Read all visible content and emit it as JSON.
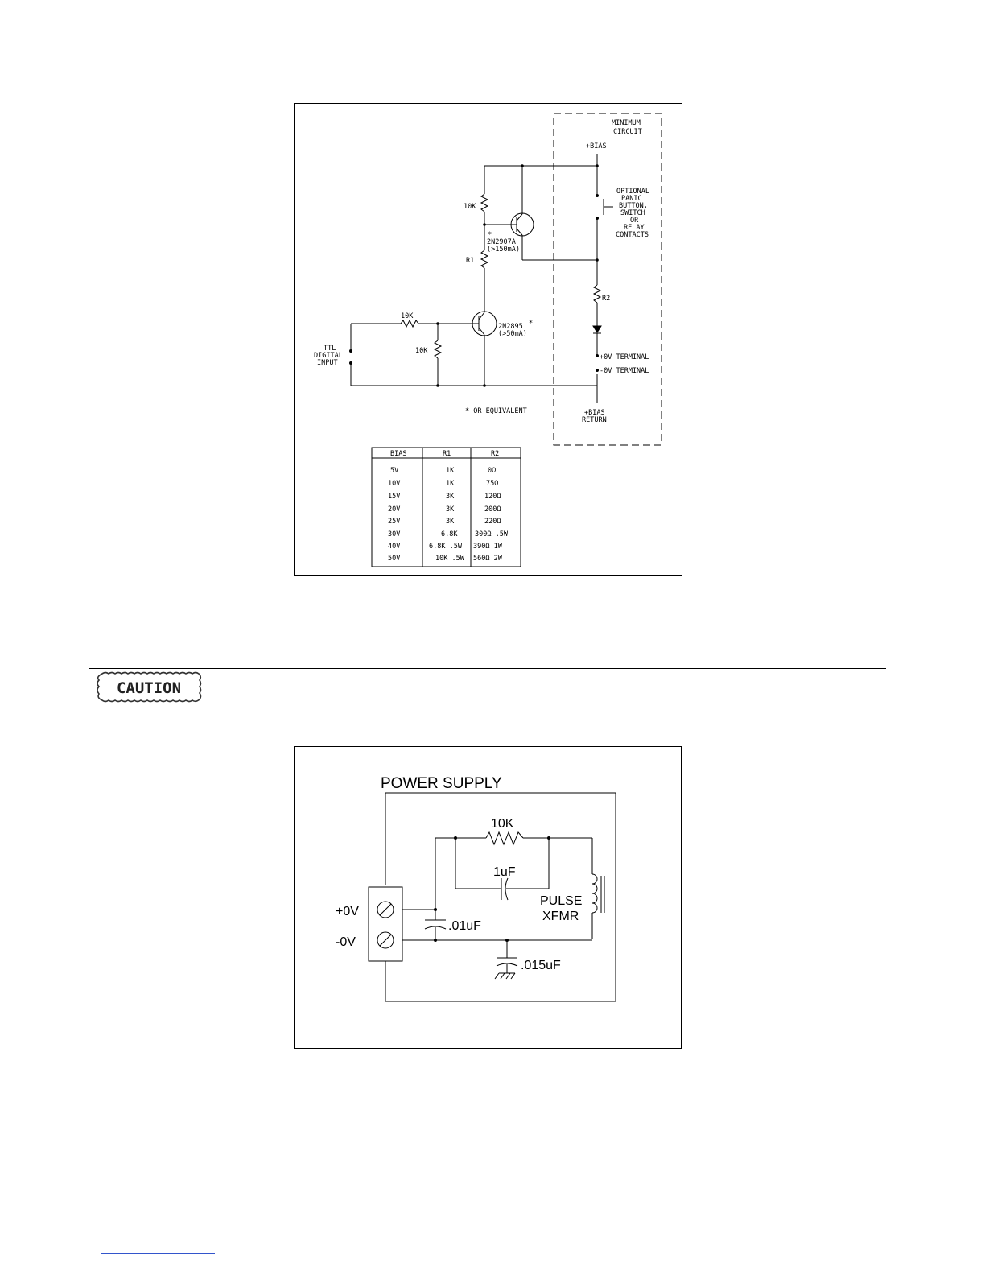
{
  "figure1": {
    "minimum_circuit": "MINIMUM",
    "minimum_circuit_2": "CIRCUIT",
    "bias_plus": "+BIAS",
    "optional_1": "OPTIONAL",
    "optional_2": "PANIC",
    "optional_3": "BUTTON,",
    "optional_4": "SWITCH",
    "optional_5": "OR",
    "optional_6": "RELAY",
    "optional_7": "CONTACTS",
    "r_10k_top": "10K",
    "q1_star": "*",
    "q1_part": "2N2907A",
    "q1_rating": "(>150mA)",
    "r1_label": "R1",
    "r2_label": "R2",
    "r_10k_in": "10K",
    "r_10k_shunt": "10K",
    "q2_part": "2N2895",
    "q2_star": "*",
    "q2_rating": "(>50mA)",
    "ttl_1": "TTL",
    "ttl_2": "DIGITAL",
    "ttl_3": "INPUT",
    "plus_0v_terminal": "+0V TERMINAL",
    "minus_0v_terminal": "-0V TERMINAL",
    "or_equivalent": "* OR EQUIVALENT",
    "bias_return_1": "+BIAS",
    "bias_return_2": "RETURN",
    "table": {
      "headers": [
        "BIAS",
        "R1",
        "R2"
      ],
      "rows": [
        [
          "5V",
          "1K",
          "0Ω"
        ],
        [
          "10V",
          "1K",
          "75Ω"
        ],
        [
          "15V",
          "3K",
          "120Ω"
        ],
        [
          "20V",
          "3K",
          "200Ω"
        ],
        [
          "25V",
          "3K",
          "220Ω"
        ],
        [
          "30V",
          "6.8K",
          "300Ω .5W"
        ],
        [
          "40V",
          "6.8K .5W",
          "390Ω 1W"
        ],
        [
          "50V",
          "10K .5W",
          "560Ω 2W"
        ]
      ]
    }
  },
  "caution": {
    "label": "CAUTION"
  },
  "figure2": {
    "title": "POWER SUPPLY",
    "r_label": "10K",
    "c_label": "1uF",
    "xfmr_1": "PULSE",
    "xfmr_2": "XFMR",
    "plus_0v": "+0V",
    "minus_0v": "-0V",
    "c1_label": ".01uF",
    "c2_label": ".015uF"
  }
}
